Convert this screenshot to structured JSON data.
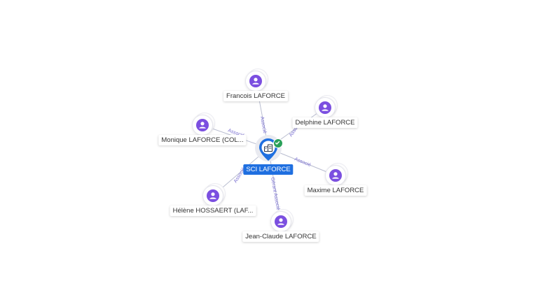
{
  "center": {
    "label": "SCI LAFORCE",
    "icon": "building-icon",
    "status_icon": "check-badge-icon",
    "color": "#1f6fe0"
  },
  "people": [
    {
      "id": "francois",
      "label": "Francois LAFORCE",
      "edge_label": "Associé"
    },
    {
      "id": "delphine",
      "label": "Delphine LAFORCE",
      "edge_label": "Associé"
    },
    {
      "id": "monique",
      "label": "Monique LAFORCE (COL...",
      "edge_label": "Associé"
    },
    {
      "id": "maxime",
      "label": "Maxime LAFORCE",
      "edge_label": "Associé"
    },
    {
      "id": "helene",
      "label": "Hélène HOSSAERT (LAF...",
      "edge_label": "Associé"
    },
    {
      "id": "jeanclaude",
      "label": "Jean-Claude LAFORCE",
      "edge_label": "Gérant Associé"
    }
  ],
  "colors": {
    "person_icon": "#7b4fe0",
    "edge": "#b9bdd0",
    "edge_label": "#7a6fd1",
    "company_pin": "#1f6fe0"
  }
}
